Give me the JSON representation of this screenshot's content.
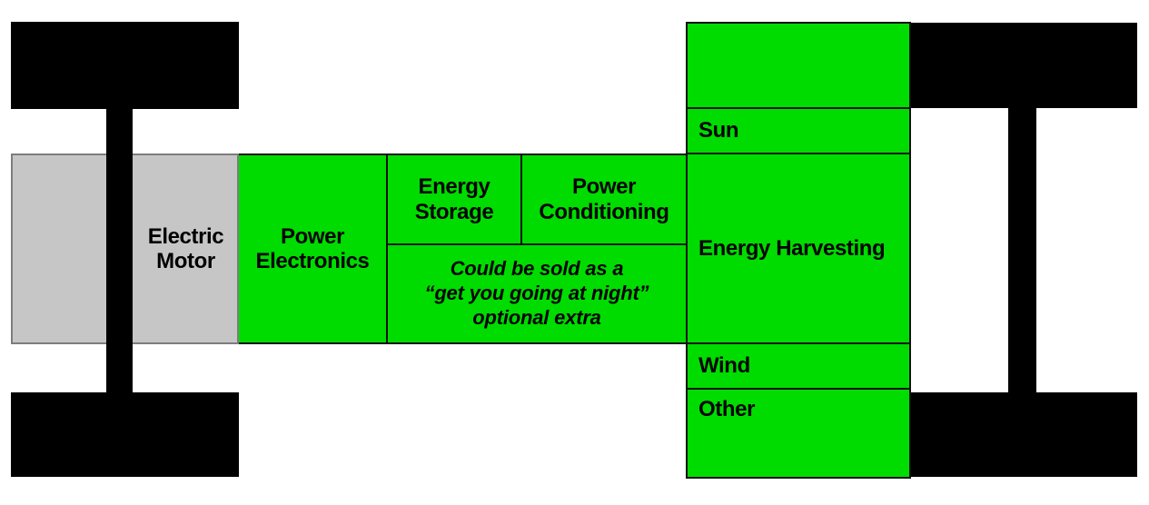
{
  "diagram": {
    "description_colors": {
      "block_green": "#00DC00",
      "motor_gray": "#C6C6C6",
      "chassis_black": "#000000",
      "green_border": "#111111",
      "gray_border": "#7d7d7d",
      "text": "#000000"
    },
    "boxes": {
      "electric_motor": "Electric Motor",
      "power_electronics": "Power Electronics",
      "energy_storage": "Energy Storage",
      "power_conditioning": "Power Conditioning",
      "energy_harvesting": "Energy Harvesting",
      "sun": "Sun",
      "wind": "Wind",
      "other": "Other"
    },
    "note": {
      "line1": "Could be sold as a",
      "line2": "“get you going at night”",
      "line3": "optional extra"
    }
  }
}
